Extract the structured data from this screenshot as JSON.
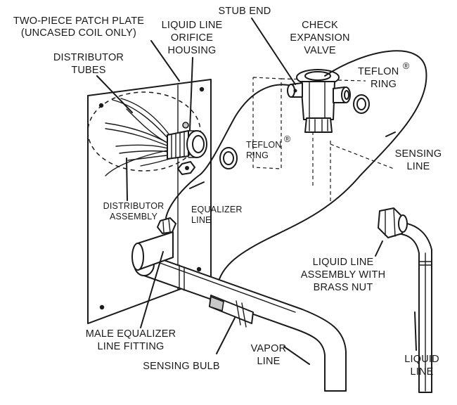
{
  "labels": {
    "two_piece_patch_plate": [
      "TWO-PIECE PATCH PLATE",
      "(UNCASED COIL ONLY)"
    ],
    "liquid_line_orifice_housing": [
      "LIQUID LINE",
      "ORIFICE",
      "HOUSING"
    ],
    "stub_end": [
      "STUB END"
    ],
    "check_expansion_valve": [
      "CHECK",
      "EXPANSION",
      "VALVE"
    ],
    "teflon_ring_top": [
      "TEFLON",
      "RING"
    ],
    "teflon_ring_mid": [
      "TEFLON",
      "RING"
    ],
    "distributor_tubes": [
      "DISTRIBUTOR",
      "TUBES"
    ],
    "sensing_line": [
      "SENSING",
      "LINE"
    ],
    "distributor_assembly": [
      "DISTRIBUTOR",
      "ASSEMBLY"
    ],
    "equalizer_line": [
      "EQUALIZER",
      "LINE"
    ],
    "liquid_line_assembly": [
      "LIQUID LINE",
      "ASSEMBLY WITH",
      "BRASS NUT"
    ],
    "male_equalizer_fitting": [
      "MALE EQUALIZER",
      "LINE FITTING"
    ],
    "vapor_line": [
      "VAPOR",
      "LINE"
    ],
    "liquid_line": [
      "LIQUID",
      "LINE"
    ],
    "sensing_bulb": [
      "SENSING BULB"
    ]
  },
  "registered_mark": "®"
}
